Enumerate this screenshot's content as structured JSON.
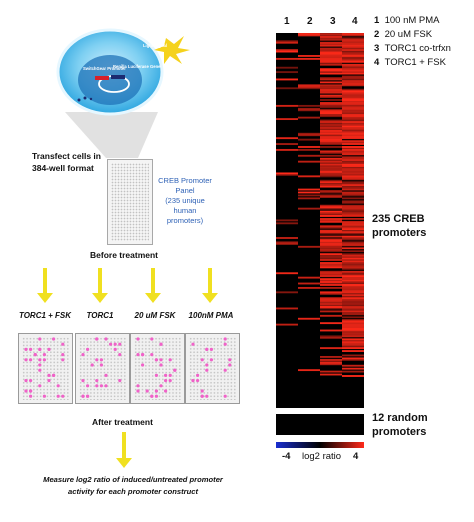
{
  "left_panel": {
    "plasmid_labels": {
      "promoter": "SwitchGear Promoter",
      "luciferase": "Renilla Luciferase Gene",
      "light_signal": "Light Signal"
    },
    "transfect_caption_line1": "Transfect cells in",
    "transfect_caption_line2": "384-well format",
    "panel_label_line1": "CREB Promoter",
    "panel_label_line2": "Panel",
    "panel_label_line3": "(235 unique",
    "panel_label_line4": "human",
    "panel_label_line5": "promoters)",
    "before_treatment": "Before treatment",
    "treatments": [
      "TORC1 + FSK",
      "TORC1",
      "20 uM FSK",
      "100nM PMA"
    ],
    "after_treatment": "After treatment",
    "measure_line1": "Measure log2 ratio of induced/untreated promoter",
    "measure_line2": "activity for each promoter construct"
  },
  "heatmap": {
    "column_numbers": [
      "1",
      "2",
      "3",
      "4"
    ],
    "legend": [
      {
        "num": "1",
        "label": "100 nM PMA"
      },
      {
        "num": "2",
        "label": "20 uM FSK"
      },
      {
        "num": "3",
        "label": "TORC1 co-trfxn"
      },
      {
        "num": "4",
        "label": "TORC1 + FSK"
      }
    ],
    "creb_label_line1": "235 CREB",
    "creb_label_line2": "promoters",
    "random_label_line1": "12 random",
    "random_label_line2": "promoters",
    "scale_min": "-4",
    "scale_title": "log2 ratio",
    "scale_max": "4",
    "colors": {
      "negative": "#1a2fd0",
      "neutral": "#000000",
      "positive": "#ff2a1a"
    }
  },
  "colors": {
    "arrow": "#f0e020",
    "well_hit": "#f062c8",
    "dish": "#49b6e8"
  }
}
